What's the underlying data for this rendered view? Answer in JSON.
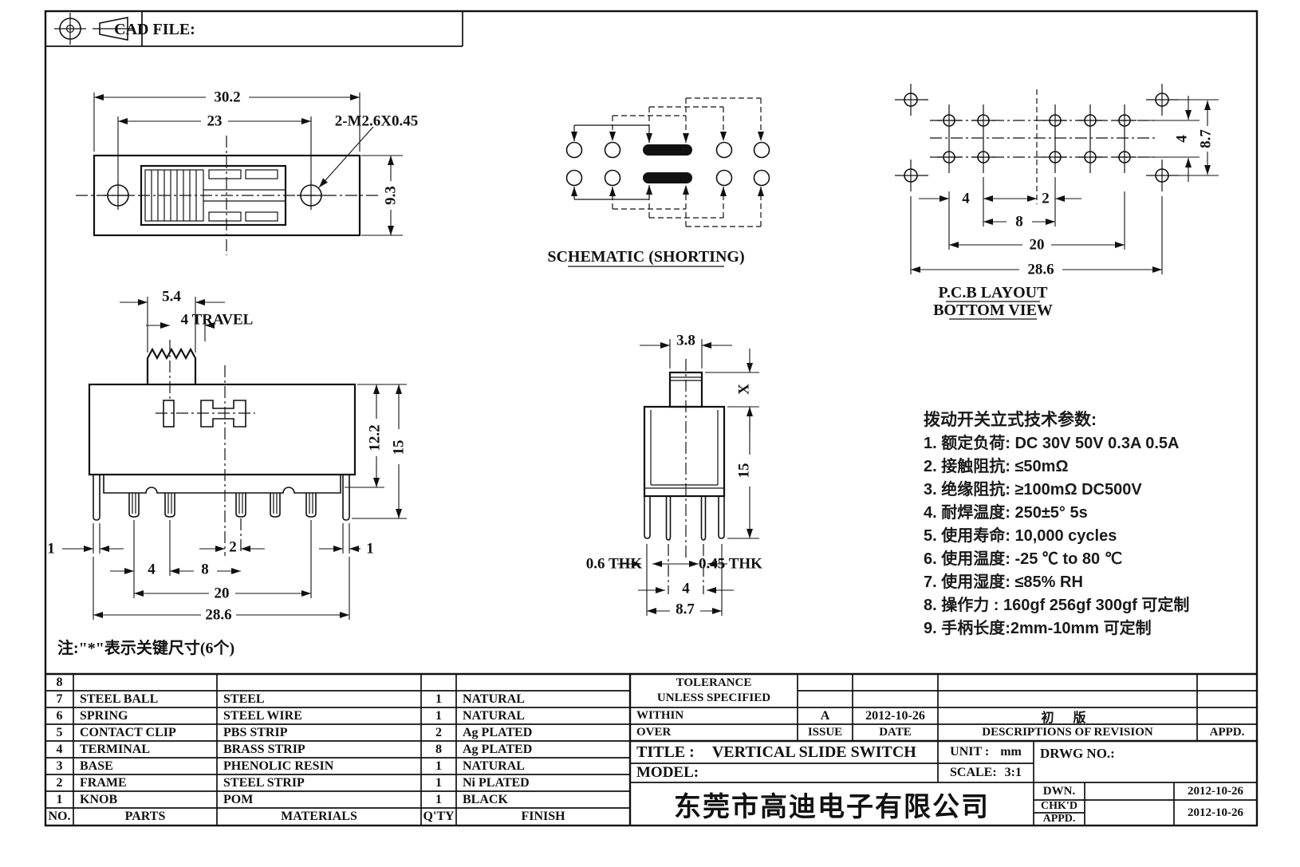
{
  "header": {
    "cad_file_label": "CAD FILE:"
  },
  "views": {
    "top_view": {
      "dim_overall_width": "30.2",
      "dim_hole_spacing": "23",
      "dim_height": "9.3",
      "thread_callout": "2-M2.6X0.45"
    },
    "schematic": {
      "title": "SCHEMATIC (SHORTING)"
    },
    "pcb_layout": {
      "title_line1": "P.C.B LAYOUT",
      "title_line2": "BOTTOM VIEW",
      "dim_pitch": "4",
      "dim_center": "2",
      "dim_eight": "8",
      "dim_twenty": "20",
      "dim_overall": "28.6",
      "dim_row_gap": "4",
      "dim_mount_gap": "8.7"
    },
    "front_view": {
      "dim_knob_width": "5.4",
      "dim_travel": "4 TRAVEL",
      "dim_body_height": "12.2",
      "dim_total_height": "15",
      "dim_left_leg": "1",
      "dim_right_leg": "1",
      "dim_center_off": "2",
      "dim_pitch": "4",
      "dim_eight": "8",
      "dim_twenty": "20",
      "dim_overall": "28.6"
    },
    "side_view": {
      "dim_knob": "3.8",
      "dim_x": "X",
      "dim_height": "15",
      "dim_thk_left": "0.6 THK",
      "dim_thk_right": "0.45 THK",
      "dim_pin_span": "4",
      "dim_overall": "8.7"
    },
    "note": "注:\"*\"表示关键尺寸(6个)"
  },
  "specs": {
    "title": "拨动开关立式技术参数:",
    "items": [
      "1. 额定负荷: DC 30V   50V   0.3A   0.5A",
      "2. 接触阻抗: ≤50mΩ",
      "3. 绝缘阻抗: ≥100mΩ  DC500V",
      "4. 耐焊温度: 250±5°  5s",
      "5. 使用寿命: 10,000 cycles",
      "6. 使用温度: -25 ℃ to 80 ℃",
      "7. 使用湿度: ≤85% RH",
      "8. 操作力 : 160gf   256gf   300gf 可定制",
      "9. 手柄长度:2mm-10mm  可定制"
    ]
  },
  "parts_table": {
    "headers": {
      "no": "NO.",
      "parts": "PARTS",
      "materials": "MATERIALS",
      "qty": "Q'TY",
      "finish": "FINISH"
    },
    "rows": [
      {
        "no": "8",
        "parts": "",
        "materials": "",
        "qty": "",
        "finish": ""
      },
      {
        "no": "7",
        "parts": "STEEL BALL",
        "materials": "STEEL",
        "qty": "1",
        "finish": "NATURAL"
      },
      {
        "no": "6",
        "parts": "SPRING",
        "materials": "STEEL WIRE",
        "qty": "1",
        "finish": "NATURAL"
      },
      {
        "no": "5",
        "parts": "CONTACT CLIP",
        "materials": "PBS STRIP",
        "qty": "2",
        "finish": "Ag PLATED"
      },
      {
        "no": "4",
        "parts": "TERMINAL",
        "materials": "BRASS STRIP",
        "qty": "8",
        "finish": "Ag PLATED"
      },
      {
        "no": "3",
        "parts": "BASE",
        "materials": "PHENOLIC RESIN",
        "qty": "1",
        "finish": "NATURAL"
      },
      {
        "no": "2",
        "parts": "FRAME",
        "materials": "STEEL STRIP",
        "qty": "1",
        "finish": "Ni PLATED"
      },
      {
        "no": "1",
        "parts": "KNOB",
        "materials": "POM",
        "qty": "1",
        "finish": "BLACK"
      }
    ]
  },
  "title_block": {
    "tolerance_line1": "TOLERANCE",
    "tolerance_line2": "UNLESS  SPECIFIED",
    "within_label": "WITHIN",
    "over_label": "OVER",
    "issue_label": "ISSUE",
    "date_label": "DATE",
    "desc_label": "DESCRIPTIONS OF REVISION",
    "appd_col_label": "APPD.",
    "rev_issue": "A",
    "rev_date": "2012-10-26",
    "rev_desc": "初  版",
    "title_label": "TITLE :",
    "title_value": "VERTICAL SLIDE SWITCH",
    "unit_label": "UNIT :",
    "unit_value": "mm",
    "model_label": "MODEL:",
    "scale_label": "SCALE:",
    "scale_value": "3:1",
    "drwg_label": "DRWG NO.:",
    "company": "东莞市高迪电子有限公司",
    "dwn_label": "DWN.",
    "chkd_label": "CHK'D",
    "appd_label": "APPD.",
    "dwn_date": "2012-10-26",
    "chkd_date": "2012-10-26"
  }
}
